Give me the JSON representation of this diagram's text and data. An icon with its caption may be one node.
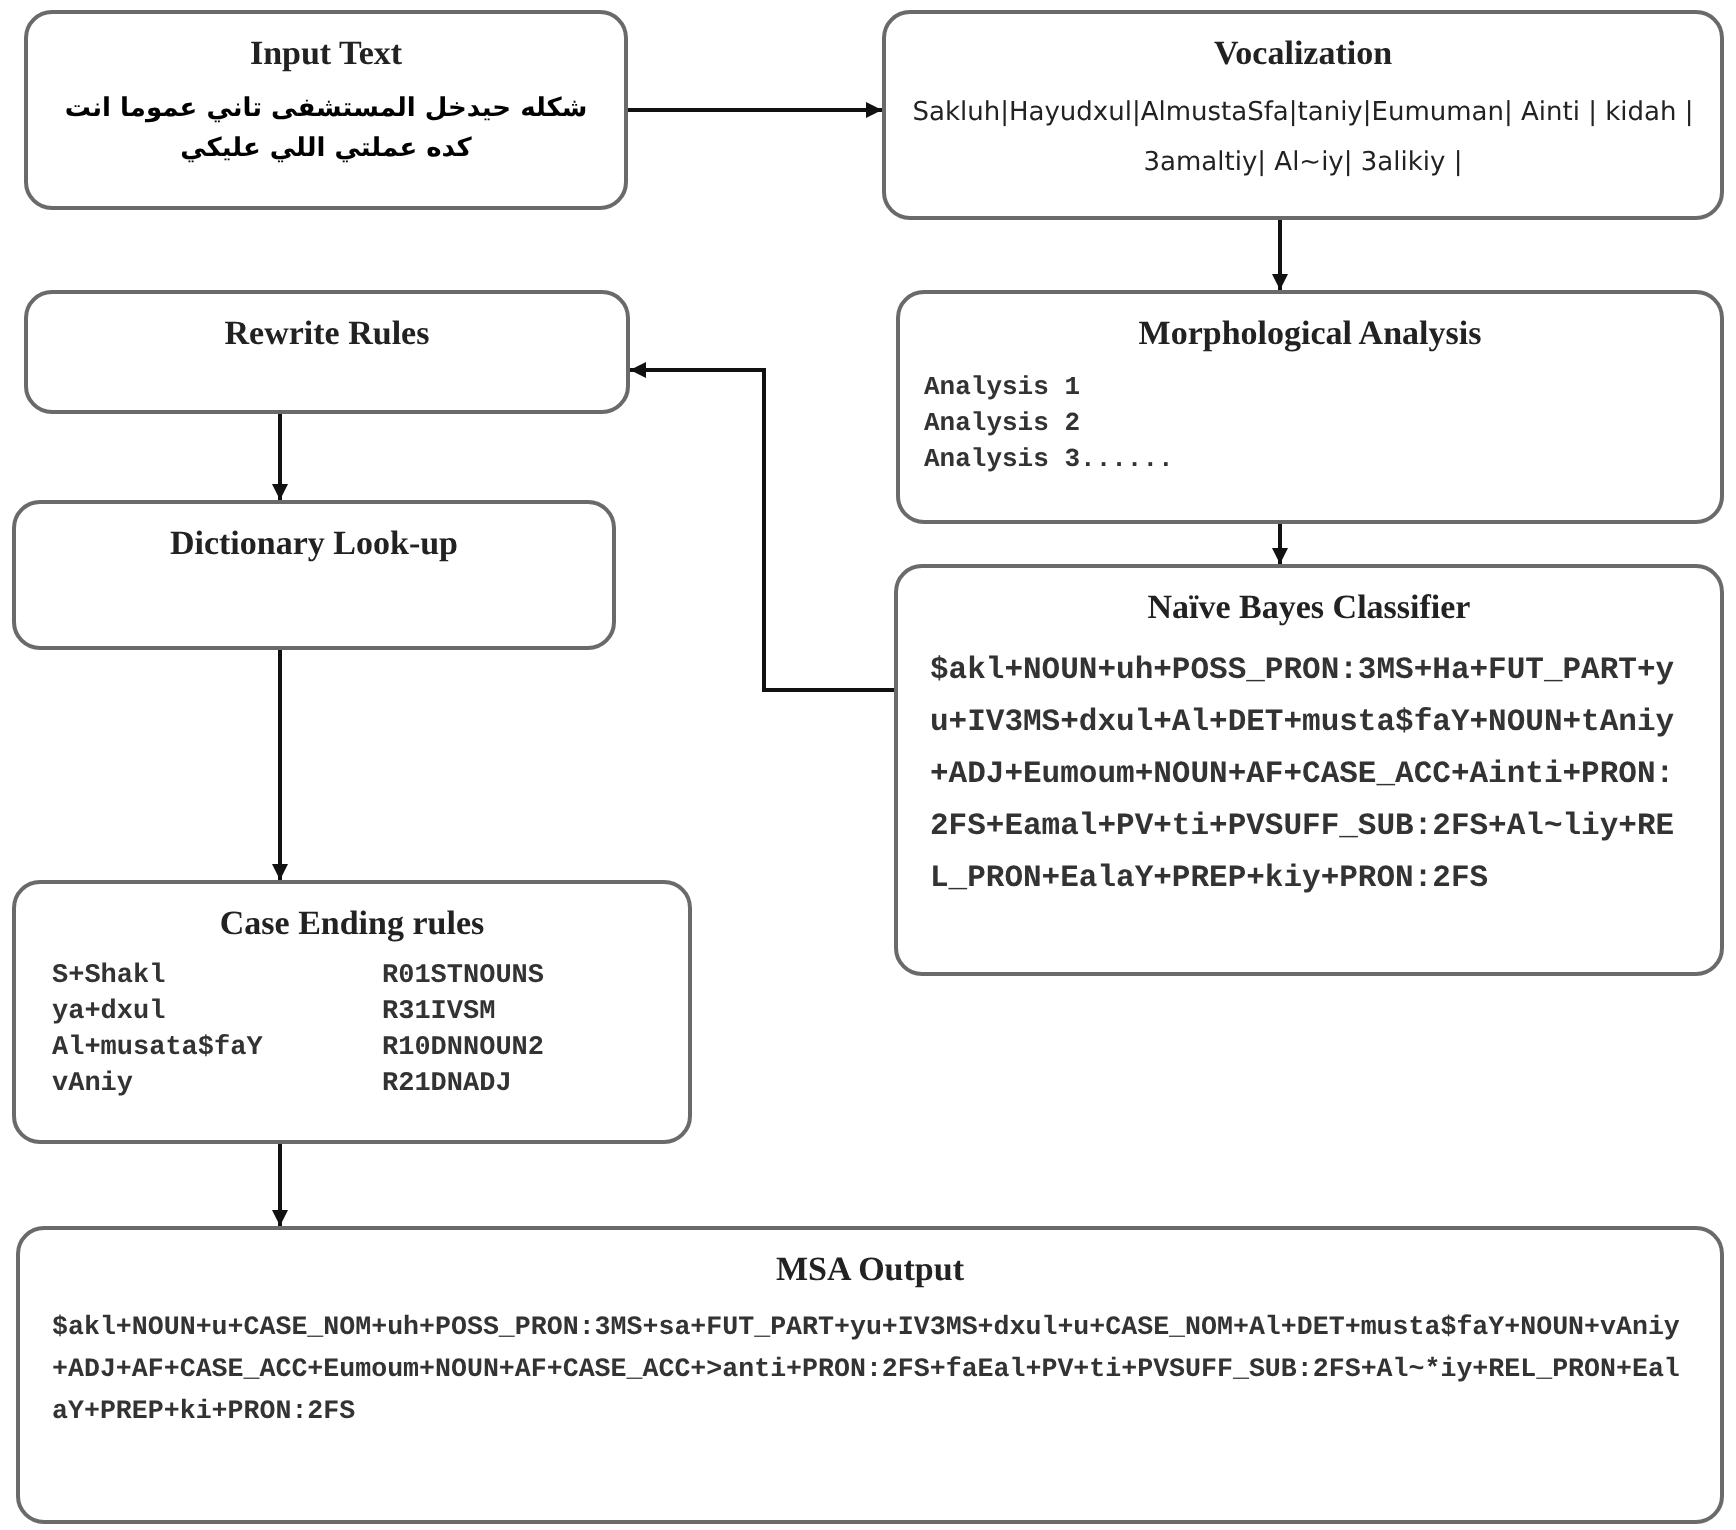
{
  "diagram": {
    "nodes": [
      {
        "text": [
          "Input Text",
          "شكله حيدخل المستشفى تاني عموما انت كده عملتي اللي عليكي"
        ]
      },
      {
        "text": [
          "Vocalization",
          "Sakluh|Hayudxul|AlmustaSfa|taniy|Eumuman| Ainti | kidah | 3amaltiy| Al~iy| 3alikiy |"
        ]
      },
      {
        "text": [
          "Rewrite Rules"
        ]
      },
      {
        "text": [
          "Morphological Analysis",
          "Analysis 1",
          "Analysis 2",
          "Analysis 3......"
        ]
      },
      {
        "text": [
          "Dictionary Look-up"
        ]
      },
      {
        "text": [
          "Naïve Bayes Classifier",
          "$akl+NOUN+uh+POSS_PRON:3MS+Ha+FUT_PART+yu+IV3MS+dxul+Al+DET+musta$faY+NOUN+tAniy+ADJ+Eumoum+NOUN+AF+CASE_ACC+Ainti+PRON:2FS+Eamal+PV+ti+PVSUFF_SUB:2FS+Al~liy+REL_PRON+EalaY+PREP+kiy+PRON:2FS"
        ]
      },
      {
        "text": [
          "Case Ending rules",
          "S+Shakl",
          "R01STNOUNS",
          "ya+dxul",
          "R31IVSM",
          "Al+musata$faY",
          "R10DNNOUN2",
          "vAniy",
          "R21DNADJ"
        ]
      },
      {
        "text": [
          "MSA Output",
          "$akl+NOUN+u+CASE_NOM+uh+POSS_PRON:3MS+sa+FUT_PART+yu+IV3MS+dxul+u+CASE_NOM+Al+DET+musta$faY+NOUN+vAniy+ADJ+AF+CASE_ACC+Eumoum+NOUN+AF+CASE_ACC+>anti+PRON:2FS+faEal+PV+ti+PVSUFF_SUB:2FS+Al~*iy+REL_PRON+EalaY+PREP+ki+PRON:2FS"
        ]
      }
    ],
    "edges": [
      {
        "from": 0,
        "to": 1,
        "arrow": "to"
      },
      {
        "from": 1,
        "to": 3,
        "arrow": "to"
      },
      {
        "from": 3,
        "to": 5,
        "arrow": "to"
      },
      {
        "from": 5,
        "to": 2,
        "arrow": "to"
      },
      {
        "from": 2,
        "to": 4,
        "arrow": "to"
      },
      {
        "from": 4,
        "to": 6,
        "arrow": "to"
      },
      {
        "from": 6,
        "to": 7,
        "arrow": "to"
      }
    ]
  }
}
